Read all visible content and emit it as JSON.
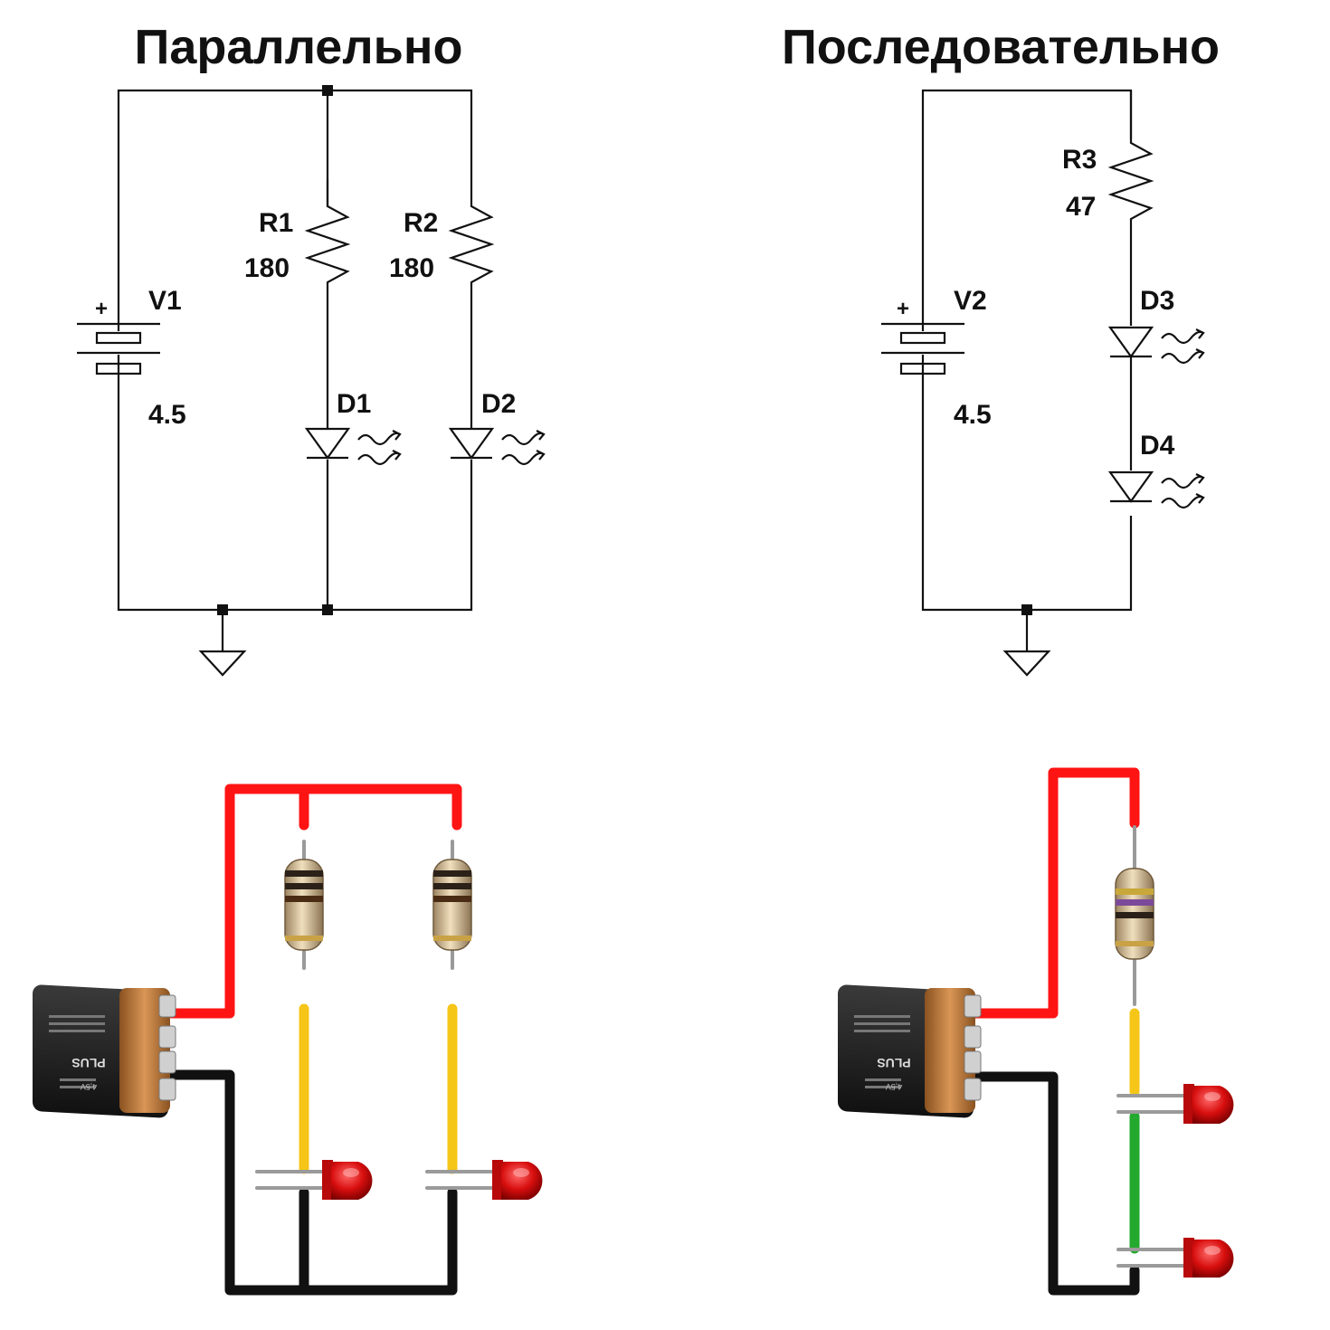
{
  "parallel": {
    "title": "Параллельно",
    "source": {
      "name": "V1",
      "value": "4.5",
      "plus": "+"
    },
    "r1": {
      "name": "R1",
      "value": "180"
    },
    "r2": {
      "name": "R2",
      "value": "180"
    },
    "d1": {
      "name": "D1"
    },
    "d2": {
      "name": "D2"
    }
  },
  "series": {
    "title": "Последовательно",
    "source": {
      "name": "V2",
      "value": "4.5",
      "plus": "+"
    },
    "r3": {
      "name": "R3",
      "value": "47"
    },
    "d3": {
      "name": "D3"
    },
    "d4": {
      "name": "D4"
    }
  },
  "battery": {
    "brand": "PLUS",
    "voltage": "4,5V"
  },
  "colors": {
    "positive_wire": "#ff1414",
    "negative_wire": "#111111",
    "led_link_wire": "#f5c518",
    "series_link_wire": "#22a92e",
    "led": "#d80e0e",
    "battery_body": "#1c1c1c",
    "battery_cap": "#c17f3e"
  }
}
